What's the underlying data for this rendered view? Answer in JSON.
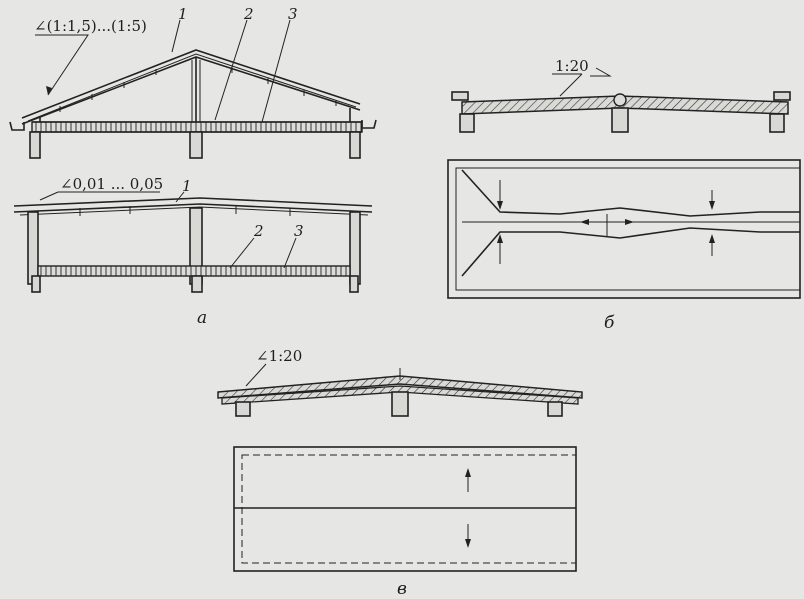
{
  "figure_a": {
    "top": {
      "slope_label": "∠(1:1,5)...(1:5)",
      "callouts": [
        "1",
        "2",
        "3"
      ]
    },
    "bottom": {
      "slope_label": "∠0,01 ... 0,05",
      "callouts": [
        "1",
        "2",
        "3"
      ]
    },
    "caption": "а"
  },
  "figure_b": {
    "slope_label": "1:20",
    "caption": "б"
  },
  "figure_v": {
    "slope_label": "∠1:20",
    "caption": "в"
  }
}
